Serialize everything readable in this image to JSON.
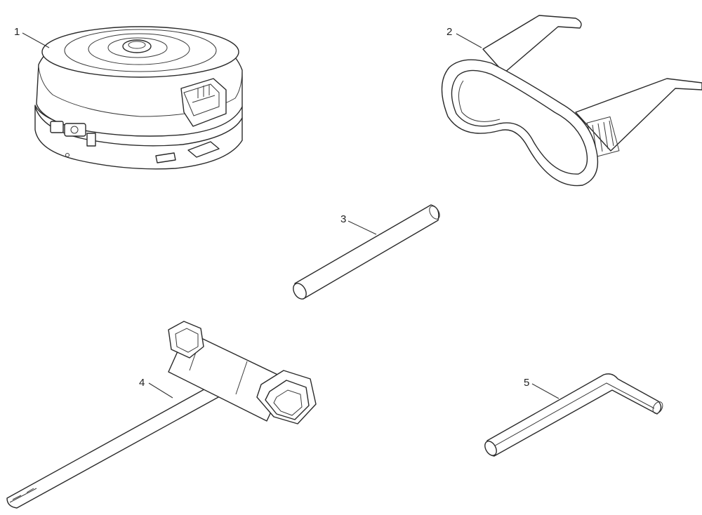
{
  "callouts": [
    {
      "id": "1",
      "label": "1"
    },
    {
      "id": "2",
      "label": "2"
    },
    {
      "id": "3",
      "label": "3"
    },
    {
      "id": "4",
      "label": "4"
    },
    {
      "id": "5",
      "label": "5"
    }
  ],
  "colors": {
    "line": "#2a2a2a",
    "background": "#ffffff"
  }
}
